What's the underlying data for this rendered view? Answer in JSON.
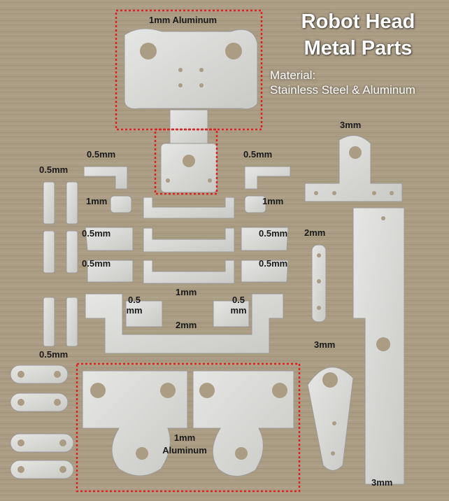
{
  "title": {
    "line1": "Robot Head",
    "line2": "Metal Parts"
  },
  "material": {
    "line1": "Material:",
    "line2": "Stainless Steel & Aluminum"
  },
  "labels": {
    "top_aluminum": "1mm Aluminum",
    "bottom_aluminum_1": "1mm",
    "bottom_aluminum_2": "Aluminum",
    "left_top_05": "0.5mm",
    "strip_05_left": "0.5mm",
    "strip_05_right": "0.5mm",
    "bracket_1mm_left": "1mm",
    "bracket_1mm_right": "1mm",
    "mid_05_l1": "0.5mm",
    "mid_05_r1": "0.5mm",
    "mid_05_l2": "0.5mm",
    "mid_05_r2": "0.5mm",
    "center_1mm": "1mm",
    "small_05_l_a": "0.5",
    "small_05_l_b": "mm",
    "small_05_r_a": "0.5",
    "small_05_r_b": "mm",
    "bracket_2mm": "2mm",
    "bar_2mm": "2mm",
    "left_bottom_05": "0.5mm",
    "top_right_3mm": "3mm",
    "arm_3mm": "3mm",
    "long_3mm": "3mm"
  },
  "colors": {
    "background": "#a99a82",
    "metal": "#d9d9d7",
    "outline_highlight": "#e02020",
    "title_text": "#ffffff"
  }
}
